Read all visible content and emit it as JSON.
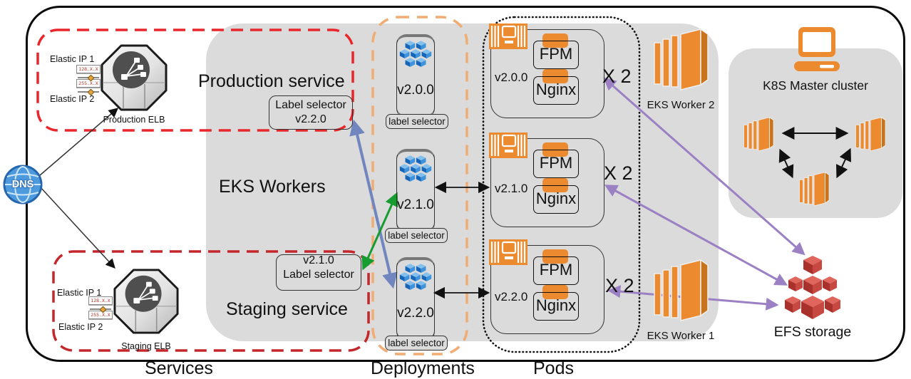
{
  "dns": {
    "label": "DNS"
  },
  "services": {
    "section_label": "Services",
    "production": {
      "elastic_ip_1": "Elastic IP 1",
      "elastic_ip_2": "Elastic IP 2",
      "ip_1": "128.X.X",
      "ip_2": "255.X.X",
      "elb_label": "Production ELB",
      "service_label": "Production service",
      "selector": {
        "line1": "Label selector",
        "line2": "v2.2.0"
      }
    },
    "staging": {
      "elastic_ip_1": "Elastic IP 1",
      "elastic_ip_2": "Elastic IP 2",
      "ip_1": "128.X.X",
      "ip_2": "255.X.X",
      "elb_label": "Staging ELB",
      "service_label": "Staging service",
      "selector": {
        "line1": "v2.1.0",
        "line2": "Label selector"
      }
    }
  },
  "eks_workers": {
    "region_label": "EKS Workers",
    "worker_1": "EKS Worker 1",
    "worker_2": "EKS Worker 2"
  },
  "deployments": {
    "section_label": "Deployments",
    "items": [
      {
        "version": "v2.0.0",
        "selector_label": "label selector"
      },
      {
        "version": "v2.1.0",
        "selector_label": "label selector"
      },
      {
        "version": "v2.2.0",
        "selector_label": "label selector"
      }
    ]
  },
  "pods": {
    "section_label": "Pods",
    "items": [
      {
        "version": "v2.0.0",
        "container_1": "FPM",
        "container_2": "Nginx",
        "replicas": "X 2"
      },
      {
        "version": "v2.1.0",
        "container_1": "FPM",
        "container_2": "Nginx",
        "replicas": "X 2"
      },
      {
        "version": "v2.2.0",
        "container_1": "FPM",
        "container_2": "Nginx",
        "replicas": "X 2"
      }
    ]
  },
  "master_cluster": {
    "label": "K8S Master cluster"
  },
  "storage": {
    "label": "EFS storage"
  },
  "colors": {
    "production_boundary_red": "#E8262B",
    "staging_boundary_red": "#C4262C",
    "deployments_boundary_orange": "#F0AC72",
    "pods_boundary_black": "#141414",
    "region_gray": "#DBDBDB",
    "aws_orange": "#EC8A2F",
    "deployment_icon_blue": "#3D93DC",
    "arrow_blue": "#7186BE",
    "arrow_green": "#169C30",
    "arrow_purple": "#9B80C4",
    "efs_red": "#C74840",
    "dns_blue": "#4D9ADF"
  }
}
